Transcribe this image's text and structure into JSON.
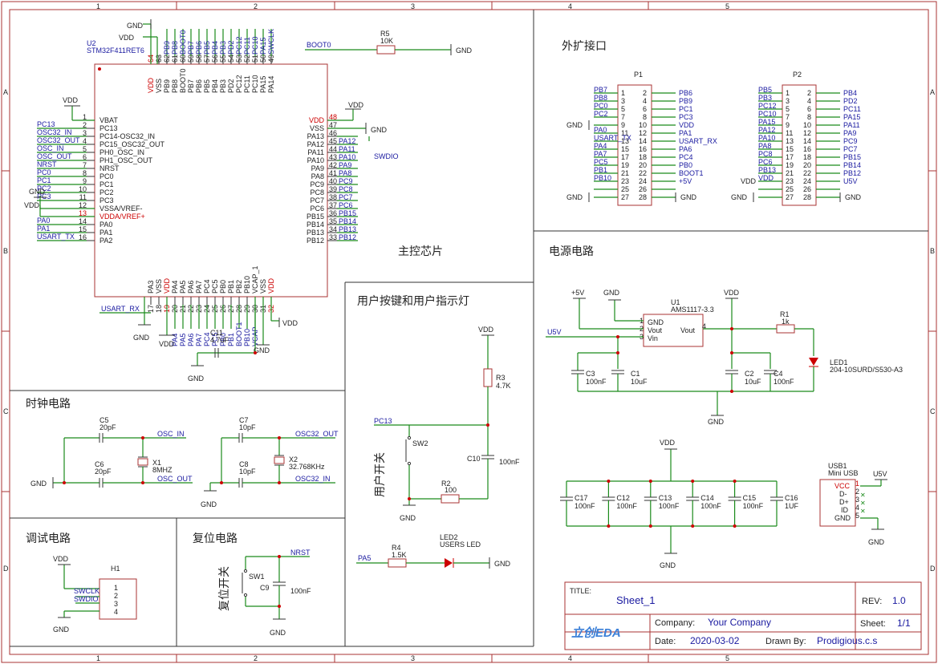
{
  "frame": {
    "col_labels": [
      "1",
      "2",
      "3",
      "4",
      "5"
    ],
    "row_labels": [
      "A",
      "B",
      "C",
      "D"
    ]
  },
  "sections": {
    "mcu": "主控芯片",
    "ext": "外扩接口",
    "power": "电源电路",
    "buttons": "用户按键和用户指示灯",
    "clock": "时钟电路",
    "debug": "调试电路",
    "reset": "复位电路"
  },
  "mcu": {
    "ref": "U2",
    "part": "STM32F411RET6",
    "left_pins": [
      {
        "num": "1",
        "name": "VBAT",
        "net": ""
      },
      {
        "num": "2",
        "name": "PC13",
        "net": "PC13"
      },
      {
        "num": "3",
        "name": "PC14-OSC32_IN",
        "net": "OSC32_IN"
      },
      {
        "num": "4",
        "name": "PC15_OSC32_OUT",
        "net": "OSC32_OUT"
      },
      {
        "num": "5",
        "name": "PH0_OSC_IN",
        "net": "OSC_IN"
      },
      {
        "num": "6",
        "name": "PH1_OSC_OUT",
        "net": "OSC_OUT"
      },
      {
        "num": "7",
        "name": "NRST",
        "net": "NRST"
      },
      {
        "num": "8",
        "name": "PC0",
        "net": "PC0"
      },
      {
        "num": "9",
        "name": "PC1",
        "net": "PC1"
      },
      {
        "num": "10",
        "name": "PC2",
        "net": "PC2"
      },
      {
        "num": "11",
        "name": "PC3",
        "net": "PC3"
      },
      {
        "num": "12",
        "name": "VSSA/VREF-",
        "net": ""
      },
      {
        "num": "13",
        "name": "VDDA/VREF+",
        "net": ""
      },
      {
        "num": "14",
        "name": "PA0",
        "net": "PA0"
      },
      {
        "num": "15",
        "name": "PA1",
        "net": "PA1"
      },
      {
        "num": "16",
        "name": "PA2",
        "net": "USART_TX"
      }
    ],
    "right_pins": [
      {
        "num": "48",
        "name": "VDD",
        "net": ""
      },
      {
        "num": "47",
        "name": "VSS",
        "net": ""
      },
      {
        "num": "46",
        "name": "PA13",
        "net": "SWDIO"
      },
      {
        "num": "45",
        "name": "PA12",
        "net": "PA12"
      },
      {
        "num": "44",
        "name": "PA11",
        "net": "PA11"
      },
      {
        "num": "43",
        "name": "PA10",
        "net": "PA10"
      },
      {
        "num": "42",
        "name": "PA9",
        "net": "PA9"
      },
      {
        "num": "41",
        "name": "PA8",
        "net": "PA8"
      },
      {
        "num": "40",
        "name": "PC9",
        "net": "PC9"
      },
      {
        "num": "39",
        "name": "PC8",
        "net": "PC8"
      },
      {
        "num": "38",
        "name": "PC7",
        "net": "PC7"
      },
      {
        "num": "37",
        "name": "PC6",
        "net": "PC6"
      },
      {
        "num": "36",
        "name": "PB15",
        "net": "PB15"
      },
      {
        "num": "35",
        "name": "PB14",
        "net": "PB14"
      },
      {
        "num": "34",
        "name": "PB13",
        "net": "PB13"
      },
      {
        "num": "33",
        "name": "PB12",
        "net": "PB12"
      }
    ],
    "top_pins": [
      {
        "num": "64",
        "name": "VDD",
        "net": ""
      },
      {
        "num": "63",
        "name": "VSS",
        "net": ""
      },
      {
        "num": "62",
        "name": "PB9",
        "net": "PB9"
      },
      {
        "num": "61",
        "name": "PB8",
        "net": "PB8"
      },
      {
        "num": "60",
        "name": "BOOT0",
        "net": "BOOT0"
      },
      {
        "num": "59",
        "name": "PB7",
        "net": "PB7"
      },
      {
        "num": "58",
        "name": "PB6",
        "net": "PB6"
      },
      {
        "num": "57",
        "name": "PB5",
        "net": "PB5"
      },
      {
        "num": "56",
        "name": "PB4",
        "net": "PB4"
      },
      {
        "num": "55",
        "name": "PB3",
        "net": "PB3"
      },
      {
        "num": "54",
        "name": "PD2",
        "net": "PD2"
      },
      {
        "num": "53",
        "name": "PC12",
        "net": "PC12"
      },
      {
        "num": "52",
        "name": "PC11",
        "net": "PC11"
      },
      {
        "num": "51",
        "name": "PC10",
        "net": "PC10"
      },
      {
        "num": "50",
        "name": "PA15",
        "net": "PA15"
      },
      {
        "num": "49",
        "name": "PA14",
        "net": "SWCLK"
      }
    ],
    "bottom_pins": [
      {
        "num": "17",
        "name": "PA3",
        "net": "USART_RX"
      },
      {
        "num": "18",
        "name": "VSS",
        "net": ""
      },
      {
        "num": "19",
        "name": "VDD",
        "net": ""
      },
      {
        "num": "20",
        "name": "PA4",
        "net": "PA4"
      },
      {
        "num": "21",
        "name": "PA5",
        "net": "PA5"
      },
      {
        "num": "22",
        "name": "PA6",
        "net": "PA6"
      },
      {
        "num": "23",
        "name": "PA7",
        "net": "PA7"
      },
      {
        "num": "24",
        "name": "PC4",
        "net": "PC4"
      },
      {
        "num": "25",
        "name": "PC5",
        "net": "PC5"
      },
      {
        "num": "26",
        "name": "PB0",
        "net": "PB0"
      },
      {
        "num": "27",
        "name": "PB1",
        "net": "PB1"
      },
      {
        "num": "28",
        "name": "PB2",
        "net": "BOOT1"
      },
      {
        "num": "29",
        "name": "PB10",
        "net": "PB10"
      },
      {
        "num": "30",
        "name": "VCAP_1",
        "net": "VCAP"
      },
      {
        "num": "31",
        "name": "VSS",
        "net": ""
      },
      {
        "num": "32",
        "name": "VDD",
        "net": ""
      }
    ]
  },
  "nets": {
    "gnd": "GND",
    "vdd": "VDD",
    "p5v": "+5V",
    "u5v": "U5V"
  },
  "boot": {
    "net": "BOOT0",
    "ref": "R5",
    "val": "10K"
  },
  "c11": {
    "ref": "C11",
    "val": "4.7uF"
  },
  "p1": {
    "ref": "P1",
    "left": [
      {
        "num": "1",
        "net": "PB7"
      },
      {
        "num": "3",
        "net": "PB8"
      },
      {
        "num": "5",
        "net": "PC0"
      },
      {
        "num": "7",
        "net": "PC2"
      },
      {
        "num": "9",
        "net": "GND"
      },
      {
        "num": "11",
        "net": "PA0"
      },
      {
        "num": "13",
        "net": "USART_TX"
      },
      {
        "num": "15",
        "net": "PA4"
      },
      {
        "num": "17",
        "net": "PA7"
      },
      {
        "num": "19",
        "net": "PC5"
      },
      {
        "num": "21",
        "net": "PB1"
      },
      {
        "num": "23",
        "net": "PB10"
      },
      {
        "num": "25",
        "net": ""
      },
      {
        "num": "27",
        "net": "GND"
      }
    ],
    "right": [
      {
        "num": "2",
        "net": "PB6"
      },
      {
        "num": "4",
        "net": "PB9"
      },
      {
        "num": "6",
        "net": "PC1"
      },
      {
        "num": "8",
        "net": "PC3"
      },
      {
        "num": "10",
        "net": "VDD"
      },
      {
        "num": "12",
        "net": "PA1"
      },
      {
        "num": "14",
        "net": "USART_RX"
      },
      {
        "num": "16",
        "net": "PA6"
      },
      {
        "num": "18",
        "net": "PC4"
      },
      {
        "num": "20",
        "net": "PB0"
      },
      {
        "num": "22",
        "net": "BOOT1"
      },
      {
        "num": "24",
        "net": "+5V"
      },
      {
        "num": "26",
        "net": ""
      },
      {
        "num": "28",
        "net": "GND"
      }
    ]
  },
  "p2": {
    "ref": "P2",
    "left": [
      {
        "num": "1",
        "net": "PB5"
      },
      {
        "num": "3",
        "net": "PB3"
      },
      {
        "num": "5",
        "net": "PC12"
      },
      {
        "num": "7",
        "net": "PC10"
      },
      {
        "num": "9",
        "net": "PA15"
      },
      {
        "num": "11",
        "net": "PA12"
      },
      {
        "num": "13",
        "net": "PA10"
      },
      {
        "num": "15",
        "net": "PA8"
      },
      {
        "num": "17",
        "net": "PC8"
      },
      {
        "num": "19",
        "net": "PC6"
      },
      {
        "num": "21",
        "net": "PB13"
      },
      {
        "num": "23",
        "net": "VDD"
      },
      {
        "num": "25",
        "net": ""
      },
      {
        "num": "27",
        "net": "GND"
      }
    ],
    "right": [
      {
        "num": "2",
        "net": "PB4"
      },
      {
        "num": "4",
        "net": "PD2"
      },
      {
        "num": "6",
        "net": "PC11"
      },
      {
        "num": "8",
        "net": "PA15"
      },
      {
        "num": "10",
        "net": "PA11"
      },
      {
        "num": "12",
        "net": "PA9"
      },
      {
        "num": "14",
        "net": "PC9"
      },
      {
        "num": "16",
        "net": "PC7"
      },
      {
        "num": "18",
        "net": "PB15"
      },
      {
        "num": "20",
        "net": "PB14"
      },
      {
        "num": "22",
        "net": "PB12"
      },
      {
        "num": "24",
        "net": "U5V"
      },
      {
        "num": "26",
        "net": ""
      },
      {
        "num": "28",
        "net": "GND"
      }
    ]
  },
  "power": {
    "u1_ref": "U1",
    "u1_part": "AMS1117-3.3",
    "u1_pin_gnd": "GND",
    "u1_pin_vout": "Vout",
    "u1_pin_vin": "Vin",
    "u1_pin_vout2": "Vout",
    "u5v_net": "U5V",
    "c3": {
      "ref": "C3",
      "val": "100nF"
    },
    "c1": {
      "ref": "C1",
      "val": "10uF"
    },
    "c2": {
      "ref": "C2",
      "val": "10uF"
    },
    "c4": {
      "ref": "C4",
      "val": "100nF"
    },
    "r1": {
      "ref": "R1",
      "val": "1k"
    },
    "led1": {
      "ref": "LED1",
      "part": "204-10SURD/S530-A3"
    }
  },
  "decoupling": [
    {
      "ref": "C17",
      "val": "100nF"
    },
    {
      "ref": "C12",
      "val": "100nF"
    },
    {
      "ref": "C13",
      "val": "100nF"
    },
    {
      "ref": "C14",
      "val": "100nF"
    },
    {
      "ref": "C15",
      "val": "100nF"
    },
    {
      "ref": "C16",
      "val": "1UF"
    }
  ],
  "usb": {
    "ref": "USB1",
    "part": "Mini USB",
    "pins": [
      "VCC",
      "D-",
      "D+",
      "ID",
      "GND"
    ],
    "nums": [
      "1",
      "2",
      "3",
      "4",
      "5"
    ]
  },
  "buttons": {
    "r3": {
      "ref": "R3",
      "val": "4.7K"
    },
    "pc13": "PC13",
    "sw2_ref": "SW2",
    "sw2_label": "用户开关",
    "c10": {
      "ref": "C10",
      "val": "100nF"
    },
    "r2": {
      "ref": "R2",
      "val": "100"
    },
    "pa5": "PA5",
    "r4": {
      "ref": "R4",
      "val": "1.5K"
    },
    "led2": {
      "ref": "LED2",
      "part": "USERS LED"
    }
  },
  "clock": {
    "c5": {
      "ref": "C5",
      "val": "20pF"
    },
    "c6": {
      "ref": "C6",
      "val": "20pF"
    },
    "x1": {
      "ref": "X1",
      "val": "8MHZ"
    },
    "osc_in": "OSC_IN",
    "osc_out": "OSC_OUT",
    "c7": {
      "ref": "C7",
      "val": "10pF"
    },
    "c8": {
      "ref": "C8",
      "val": "10pF"
    },
    "x2": {
      "ref": "X2",
      "val": "32.768KHz"
    },
    "osc32_out": "OSC32_OUT",
    "osc32_in": "OSC32_IN"
  },
  "debug": {
    "ref": "H1",
    "swclk": "SWCLK",
    "swdio": "SWDIO",
    "pins": [
      "1",
      "2",
      "3",
      "4"
    ]
  },
  "reset": {
    "sw_ref": "SW1",
    "sw_label": "复位开关",
    "c9": {
      "ref": "C9",
      "val": "100nF"
    },
    "nrst": "NRST"
  },
  "title_block": {
    "title_label": "TITLE:",
    "title": "Sheet_1",
    "rev_label": "REV:",
    "rev": "1.0",
    "company_label": "Company:",
    "company": "Your Company",
    "sheet_label": "Sheet:",
    "sheet": "1/1",
    "date_label": "Date:",
    "date": "2020-03-02",
    "drawn_label": "Drawn By:",
    "drawn": "Prodigious.c.s",
    "logo": "立创EDA"
  },
  "colors": {
    "wire": "#1a8a1a",
    "frame": "#a33",
    "net_label": "#1a1aa0",
    "power_pin": "#c00"
  }
}
